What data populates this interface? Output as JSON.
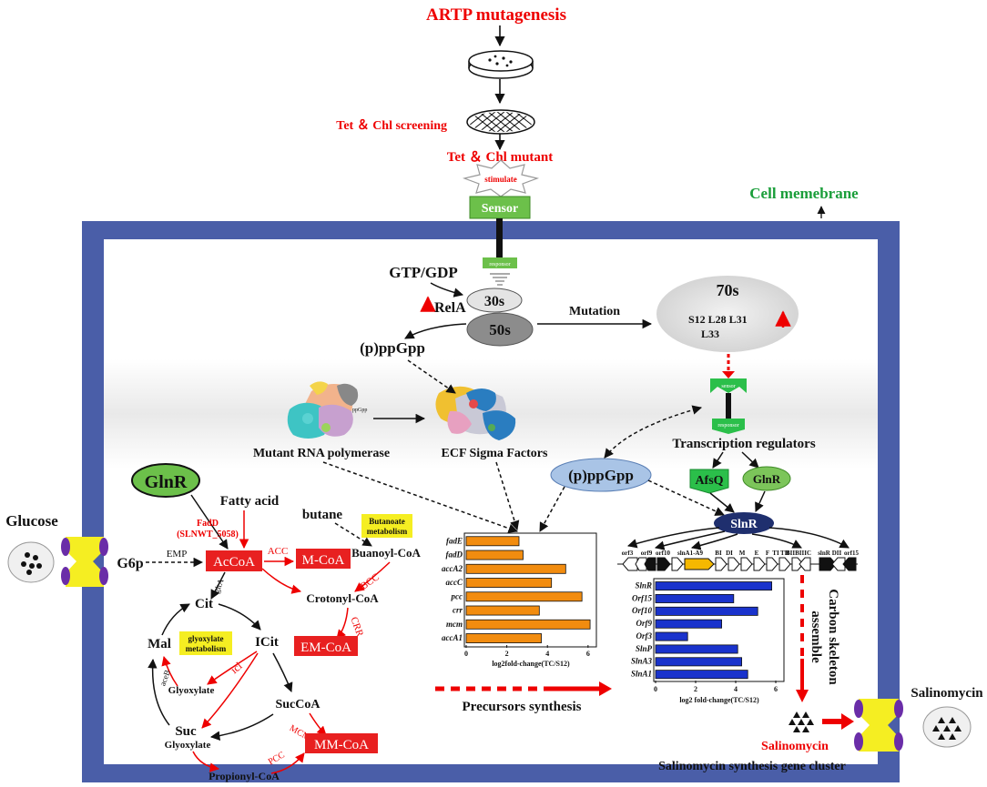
{
  "top": {
    "title": "ARTP mutagenesis",
    "screening": "Tet ＆ Chl screening",
    "mutant": "Tet ＆ Chl mutant",
    "stimulate": "stimulate",
    "sensor": "Sensor",
    "membrane_label": "Cell memebrane"
  },
  "ribosome": {
    "responsor": "responsor",
    "gtp": "GTP/GDP",
    "rela": "RelA",
    "s30": "30s",
    "s50": "50s",
    "mutation": "Mutation",
    "s70": "70s",
    "proteins_line1": "S12 L28 L31",
    "proteins_line2": "L33",
    "ppgpp": "(p)ppGpp"
  },
  "regulation": {
    "rnap_label": "Mutant RNA polymerase",
    "ppgpp_tag": "ppGpp",
    "ecf_label": "ECF Sigma Factors",
    "sensor_small": "sensor",
    "responsor_small": "responsor",
    "tr_label": "Transcription regulators",
    "afsq": "AfsQ",
    "glnr": "GlnR",
    "slnr": "SlnR",
    "ppgpp2": "(p)ppGpp"
  },
  "metabolism": {
    "glnr": "GlnR",
    "fatty_acid": "Fatty acid",
    "fadd_line1": "FadD",
    "fadd_line2": "(SLNWT_5058)",
    "butane": "butane",
    "butanoate_line1": "Butanoate",
    "butanoate_line2": "metabolism",
    "buanoyl": "Buanoyl-CoA",
    "glucose": "Glucose",
    "g6p": "G6p",
    "emp": "EMP",
    "acoa": "AcCoA",
    "acc": "ACC",
    "mcoa": "M-CoA",
    "bcc": "BCC",
    "crotonyl": "Crotonyl-CoA",
    "crr": "CRR",
    "emcoa": "EM-CoA",
    "glta": "gltA",
    "cit": "Cit",
    "icit": "ICit",
    "mal": "Mal",
    "glyox_line1": "glyoxylate",
    "glyox_line2": "metabolism",
    "icl": "icl",
    "aceb": "aceB",
    "glyoxylate1": "Glyoxylate",
    "succoa": "SucCoA",
    "suc": "Suc",
    "glyoxylate2": "Glyoxylate",
    "mcm": "MCM",
    "mmcoa": "MM-CoA",
    "pcc": "PCC",
    "propionyl": "Propionyl-CoA"
  },
  "precursor_chart": {
    "footer": "Precursors  synthesis"
  },
  "gene_cluster": {
    "labels": [
      "orf3",
      "orf9",
      "orf10",
      "slnA1-A9",
      "BI",
      "DI",
      "M",
      "E",
      "F",
      "TI",
      "TII",
      "BIIBIIIC",
      "slnR",
      "DII",
      "orf15"
    ],
    "side_line1": "Carbon skeleton",
    "side_line2": "assemble",
    "salinomycin_red": "Salinomycin",
    "cluster_label": "Salinomycin synthesis gene cluster",
    "salinomycin_black": "Salinomycin"
  },
  "chart_data": [
    {
      "type": "bar",
      "orientation": "horizontal",
      "categories": [
        "fadE",
        "fadD",
        "accA2",
        "accC",
        "pcc",
        "crr",
        "mcm",
        "accA1"
      ],
      "values": [
        2.6,
        2.8,
        4.9,
        4.2,
        5.7,
        3.6,
        6.1,
        3.7
      ],
      "xlabel": "log2fold-change(TC/S12)",
      "xlim": [
        0,
        6.5
      ],
      "xticks": [
        "0",
        "2",
        "4",
        "6"
      ],
      "color": "#f28c0f"
    },
    {
      "type": "bar",
      "orientation": "horizontal",
      "categories": [
        "SlnR",
        "Orf15",
        "Orf10",
        "Orf9",
        "Orf3",
        "SlnP",
        "SlnA3",
        "SlnA1"
      ],
      "values": [
        5.8,
        3.9,
        5.1,
        3.3,
        1.6,
        4.1,
        4.3,
        4.6
      ],
      "xlabel": "log2 fold-change(TC/S12)",
      "xlim": [
        0,
        6.5
      ],
      "xticks": [
        "0",
        "2",
        "4",
        "6"
      ],
      "color": "#1a33cc"
    }
  ]
}
